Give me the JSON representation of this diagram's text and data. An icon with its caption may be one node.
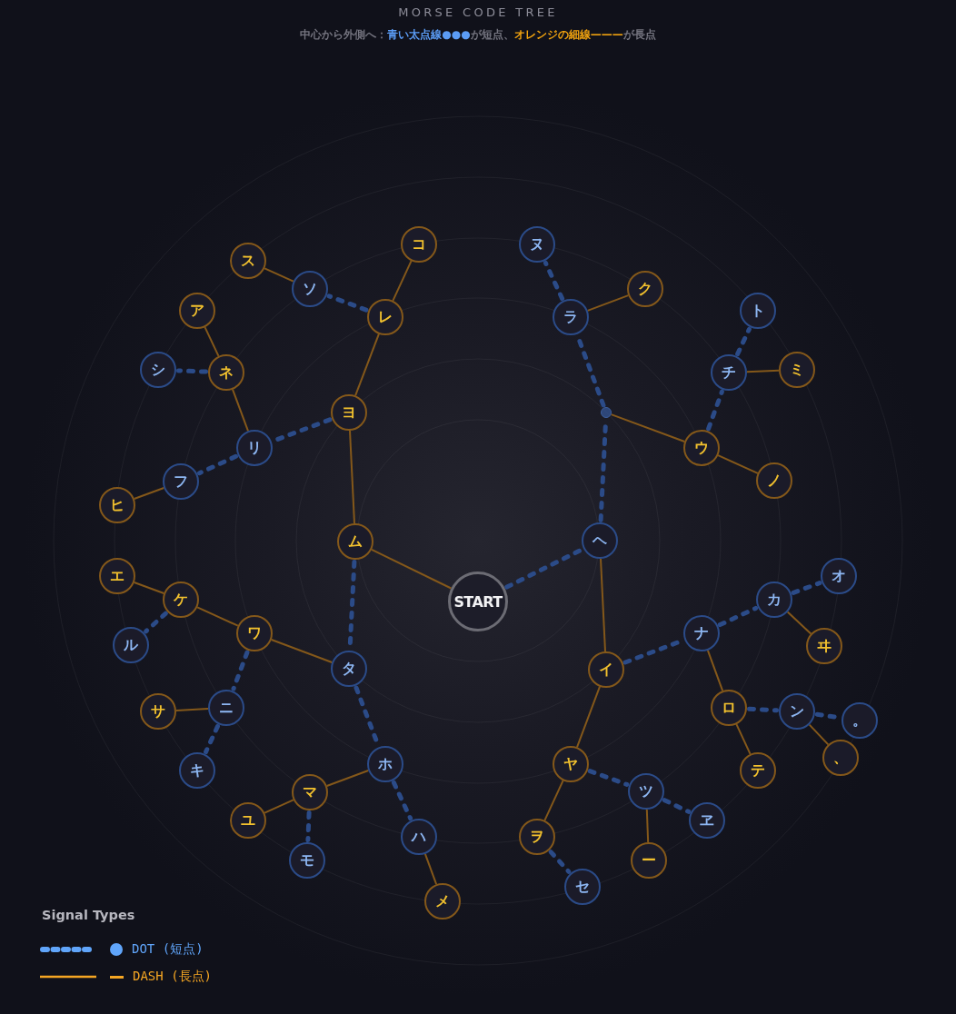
{
  "diagram": {
    "title": "MORSE CODE TREE",
    "nodes": [
      {
        "text": [
          "START"
        ]
      },
      {
        "text": [
          "ヘ"
        ]
      },
      {
        "text": [],
        "shape": "circle"
      },
      {
        "text": [
          "ラ"
        ]
      },
      {
        "text": [
          "ヌ"
        ]
      },
      {
        "text": [
          "ク"
        ]
      },
      {
        "text": [
          "ウ"
        ]
      },
      {
        "text": [
          "チ"
        ]
      },
      {
        "text": [
          "ト"
        ]
      },
      {
        "text": [
          "ミ"
        ]
      },
      {
        "text": [
          "ノ"
        ]
      },
      {
        "text": [
          "イ"
        ]
      },
      {
        "text": [
          "ナ"
        ]
      },
      {
        "text": [
          "カ"
        ]
      },
      {
        "text": [
          "オ"
        ]
      },
      {
        "text": [
          "ヰ"
        ]
      },
      {
        "text": [
          "ロ"
        ]
      },
      {
        "text": [
          "ン"
        ]
      },
      {
        "text": [
          "。"
        ]
      },
      {
        "text": [
          "、"
        ]
      },
      {
        "text": [
          "テ"
        ]
      },
      {
        "text": [
          "ヤ"
        ]
      },
      {
        "text": [
          "ツ"
        ]
      },
      {
        "text": [
          "ヱ"
        ]
      },
      {
        "text": [
          "ー"
        ]
      },
      {
        "text": [
          "ヲ"
        ]
      },
      {
        "text": [
          "セ"
        ]
      },
      {
        "text": [
          "ム"
        ]
      },
      {
        "text": [
          "タ"
        ]
      },
      {
        "text": [
          "ホ"
        ]
      },
      {
        "text": [
          "ハ"
        ]
      },
      {
        "text": [
          "メ"
        ]
      },
      {
        "text": [
          "マ"
        ]
      },
      {
        "text": [
          "モ"
        ]
      },
      {
        "text": [
          "ユ"
        ]
      },
      {
        "text": [
          "ワ"
        ]
      },
      {
        "text": [
          "ニ"
        ]
      },
      {
        "text": [
          "キ"
        ]
      },
      {
        "text": [
          "サ"
        ]
      },
      {
        "text": [
          "ケ"
        ]
      },
      {
        "text": [
          "ル"
        ]
      },
      {
        "text": [
          "エ"
        ]
      },
      {
        "text": [
          "ヨ"
        ]
      },
      {
        "text": [
          "リ"
        ]
      },
      {
        "text": [
          "フ"
        ]
      },
      {
        "text": [
          "ヒ"
        ]
      },
      {
        "text": [
          "ネ"
        ]
      },
      {
        "text": [
          "シ"
        ]
      },
      {
        "text": [
          "ア"
        ]
      },
      {
        "text": [
          "レ"
        ]
      },
      {
        "text": [
          "ソ"
        ]
      },
      {
        "text": [
          "ス"
        ]
      },
      {
        "text": [
          "コ"
        ]
      }
    ],
    "edges": [
      {
        "from": 0,
        "to": 1,
        "arrow": "none",
        "style": "dashed",
        "color": "#2b4b88"
      },
      {
        "from": 1,
        "to": 2,
        "arrow": "none",
        "style": "dashed",
        "color": "#2b4b88"
      },
      {
        "from": 2,
        "to": 3,
        "arrow": "none",
        "style": "dashed",
        "color": "#2b4b88"
      },
      {
        "from": 3,
        "to": 4,
        "arrow": "none",
        "style": "dashed",
        "color": "#2b4b88"
      },
      {
        "from": 3,
        "to": 5,
        "arrow": "none"
      },
      {
        "from": 2,
        "to": 6,
        "arrow": "none"
      },
      {
        "from": 6,
        "to": 7,
        "arrow": "none",
        "style": "dashed",
        "color": "#2b4b88"
      },
      {
        "from": 7,
        "to": 8,
        "arrow": "none",
        "style": "dashed",
        "color": "#2b4b88"
      },
      {
        "from": 7,
        "to": 9,
        "arrow": "none"
      },
      {
        "from": 6,
        "to": 10,
        "arrow": "none"
      },
      {
        "from": 1,
        "to": 11,
        "arrow": "none"
      },
      {
        "from": 11,
        "to": 12,
        "arrow": "none",
        "style": "dashed",
        "color": "#2b4b88"
      },
      {
        "from": 12,
        "to": 13,
        "arrow": "none",
        "style": "dashed",
        "color": "#2b4b88"
      },
      {
        "from": 13,
        "to": 14,
        "arrow": "none",
        "style": "dashed",
        "color": "#2b4b88"
      },
      {
        "from": 13,
        "to": 15,
        "arrow": "none"
      },
      {
        "from": 12,
        "to": 16,
        "arrow": "none"
      },
      {
        "from": 16,
        "to": 17,
        "arrow": "none",
        "style": "dashed",
        "color": "#2b4b88"
      },
      {
        "from": 17,
        "to": 18,
        "arrow": "none",
        "style": "dashed",
        "color": "#2b4b88"
      },
      {
        "from": 17,
        "to": 19,
        "arrow": "none"
      },
      {
        "from": 16,
        "to": 20,
        "arrow": "none"
      },
      {
        "from": 11,
        "to": 21,
        "arrow": "none"
      },
      {
        "from": 21,
        "to": 22,
        "arrow": "none",
        "style": "dashed",
        "color": "#2b4b88"
      },
      {
        "from": 22,
        "to": 23,
        "arrow": "none",
        "style": "dashed",
        "color": "#2b4b88"
      },
      {
        "from": 22,
        "to": 24,
        "arrow": "none"
      },
      {
        "from": 21,
        "to": 25,
        "arrow": "none"
      },
      {
        "from": 25,
        "to": 26,
        "arrow": "none",
        "style": "dashed",
        "color": "#2b4b88"
      },
      {
        "from": 0,
        "to": 27,
        "arrow": "none"
      },
      {
        "from": 27,
        "to": 28,
        "arrow": "none",
        "style": "dashed",
        "color": "#2b4b88"
      },
      {
        "from": 28,
        "to": 29,
        "arrow": "none",
        "style": "dashed",
        "color": "#2b4b88"
      },
      {
        "from": 29,
        "to": 30,
        "arrow": "none",
        "style": "dashed",
        "color": "#2b4b88"
      },
      {
        "from": 30,
        "to": 31,
        "arrow": "none"
      },
      {
        "from": 29,
        "to": 32,
        "arrow": "none"
      },
      {
        "from": 32,
        "to": 33,
        "arrow": "none",
        "style": "dashed",
        "color": "#2b4b88"
      },
      {
        "from": 32,
        "to": 34,
        "arrow": "none"
      },
      {
        "from": 28,
        "to": 35,
        "arrow": "none"
      },
      {
        "from": 35,
        "to": 36,
        "arrow": "none",
        "style": "dashed",
        "color": "#2b4b88"
      },
      {
        "from": 36,
        "to": 37,
        "arrow": "none",
        "style": "dashed",
        "color": "#2b4b88"
      },
      {
        "from": 36,
        "to": 38,
        "arrow": "none"
      },
      {
        "from": 35,
        "to": 39,
        "arrow": "none"
      },
      {
        "from": 39,
        "to": 40,
        "arrow": "none",
        "style": "dashed",
        "color": "#2b4b88"
      },
      {
        "from": 39,
        "to": 41,
        "arrow": "none"
      },
      {
        "from": 27,
        "to": 42,
        "arrow": "none"
      },
      {
        "from": 42,
        "to": 43,
        "arrow": "none",
        "style": "dashed",
        "color": "#2b4b88"
      },
      {
        "from": 43,
        "to": 44,
        "arrow": "none",
        "style": "dashed",
        "color": "#2b4b88"
      },
      {
        "from": 44,
        "to": 45,
        "arrow": "none"
      },
      {
        "from": 43,
        "to": 46,
        "arrow": "none"
      },
      {
        "from": 46,
        "to": 47,
        "arrow": "none",
        "style": "dashed",
        "color": "#2b4b88"
      },
      {
        "from": 46,
        "to": 48,
        "arrow": "none"
      },
      {
        "from": 42,
        "to": 49,
        "arrow": "none"
      },
      {
        "from": 49,
        "to": 50,
        "arrow": "none",
        "style": "dashed",
        "color": "#2b4b88"
      },
      {
        "from": 50,
        "to": 51,
        "arrow": "none"
      },
      {
        "from": 49,
        "to": 52,
        "arrow": "none"
      }
    ],
    "labels": [
      "中心から外側へ：**青い太点線●●●**が短点、**オレンジの細線———**が長点",
      "Signal Types"
    ],
    "legend": [
      {
        "text": "DOT (短点)",
        "color": "#60a5fa"
      },
      {
        "text": "DASH (長点)",
        "color": "#f5a623"
      }
    ]
  }
}
